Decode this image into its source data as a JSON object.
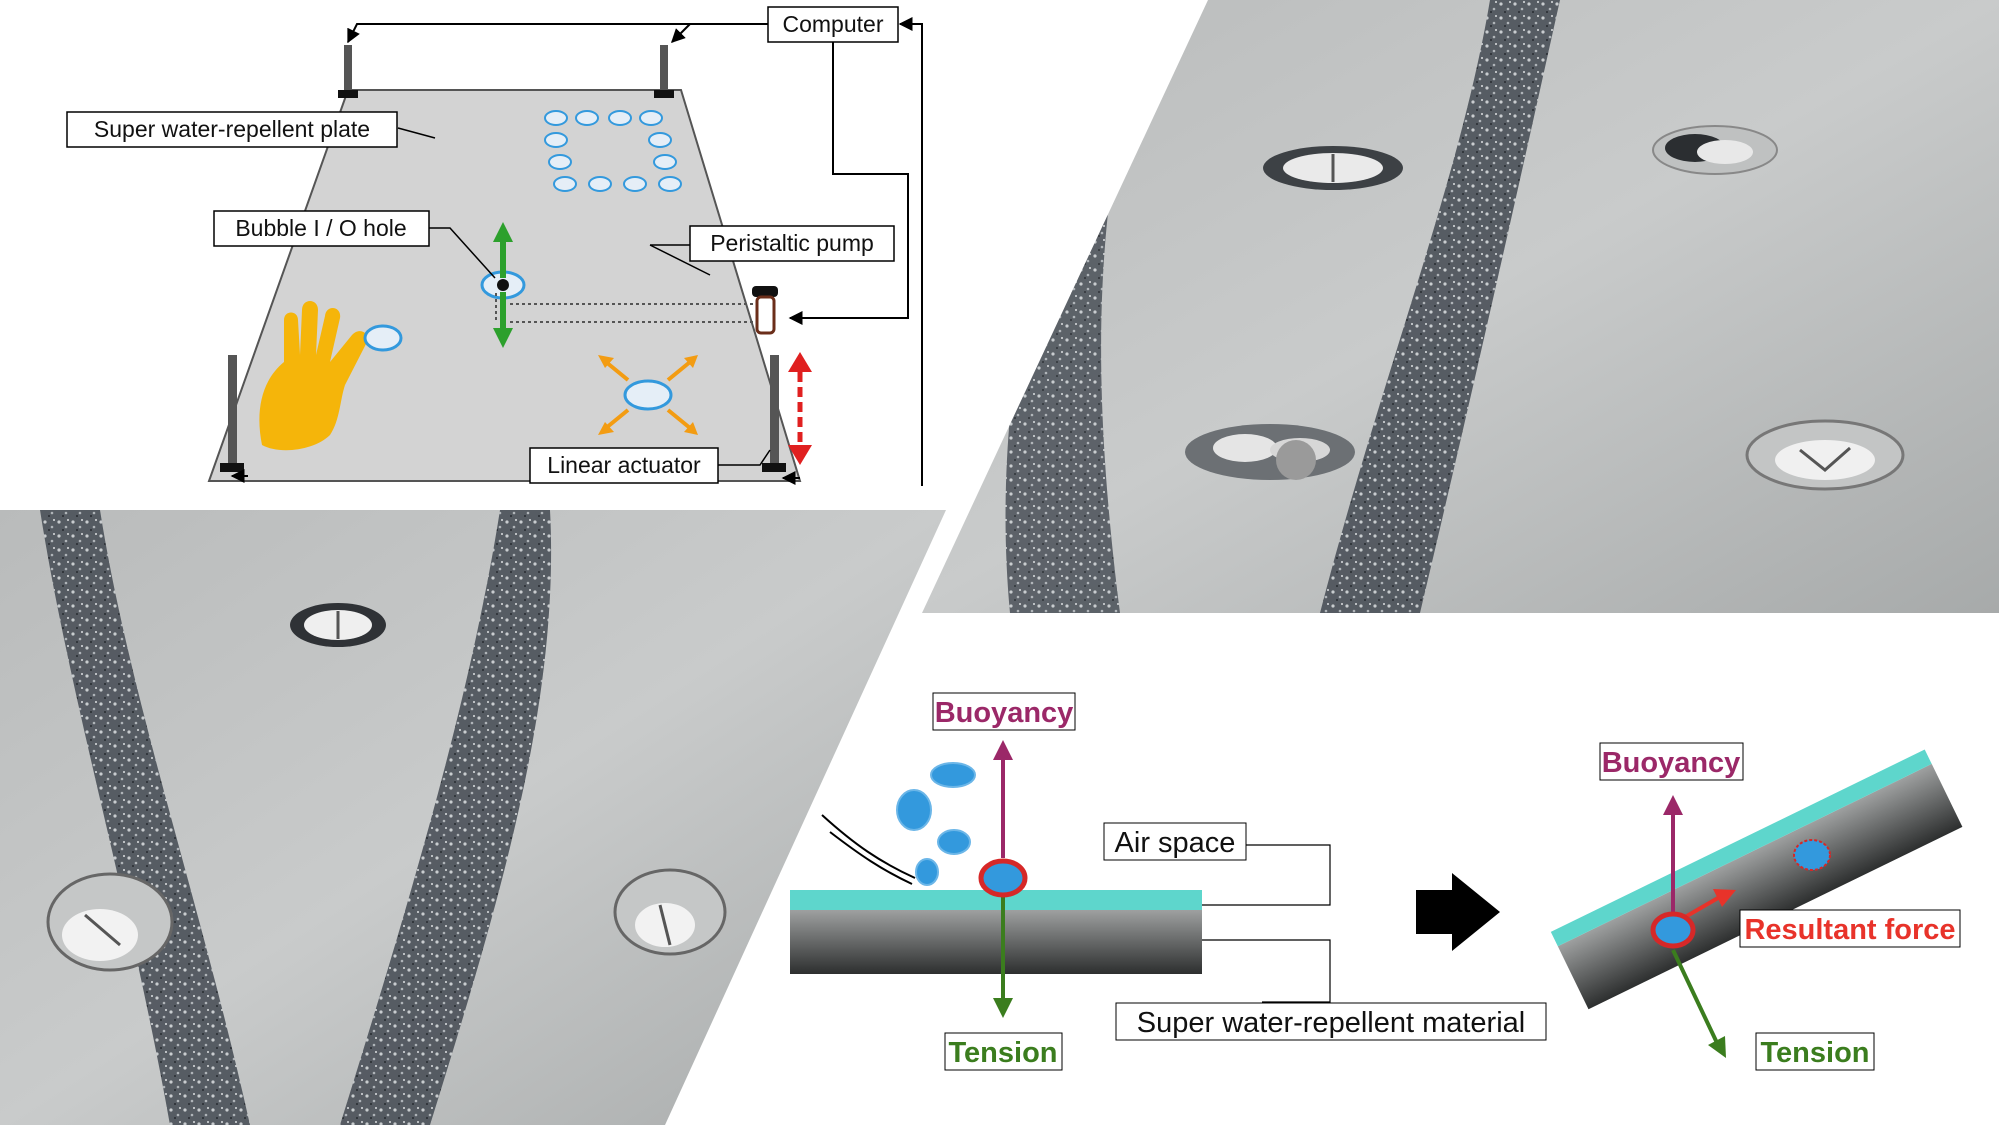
{
  "setup_diagram": {
    "labels": {
      "computer": "Computer",
      "plate": "Super water-repellent plate",
      "hole": "Bubble I / O hole",
      "pump": "Peristaltic pump",
      "actuator": "Linear actuator"
    }
  },
  "force_diagram": {
    "labels": {
      "buoyancy": "Buoyancy",
      "tension": "Tension",
      "air_space": "Air space",
      "material": "Super water-repellent material",
      "resultant": "Resultant force"
    }
  },
  "colors": {
    "plate_fill": "#d3d3d3",
    "bubble_blue": "#3399dd",
    "bubble_outline_red": "#d62828",
    "hand": "#f5b50a",
    "arrow_green": "#2ca02c",
    "arrow_orange": "#f39c12",
    "arrow_red": "#e02020",
    "buoyancy_purple": "#9b2868",
    "tension_green": "#3b7d1e",
    "resultant_red": "#e8332a",
    "air_space_cyan": "#5ed6cc"
  },
  "icons": [
    "hand-icon",
    "bubble-icon",
    "peristaltic-pump-icon",
    "linear-actuator-icon",
    "right-arrow-icon"
  ]
}
